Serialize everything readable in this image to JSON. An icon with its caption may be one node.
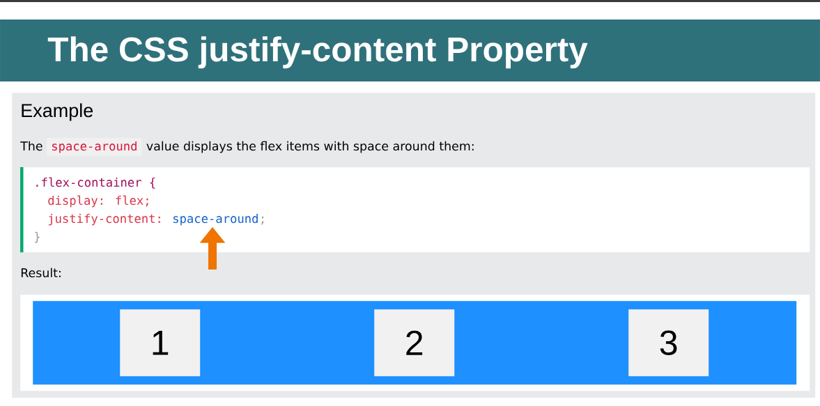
{
  "diagram": {
    "title": "The CSS justify-content Property",
    "nodes": [
      {
        "text": [
          "Example",
          "The",
          "value displays the flex items with space around them:",
          "Result:"
        ]
      },
      {
        "text": [
          "space-around"
        ],
        "in": 0
      },
      {
        "text": [
          ".flex-container {",
          "display: flex;",
          "justify-content:",
          ";",
          "}"
        ],
        "in": 0
      },
      {
        "text": [
          "space-around"
        ],
        "in": 2
      },
      {
        "text": [],
        "shape": "box",
        "in": 0
      },
      {
        "text": [],
        "shape": "box",
        "in": 4
      },
      {
        "text": [
          "1"
        ],
        "in": 5
      },
      {
        "text": [
          "2"
        ],
        "in": 5
      },
      {
        "text": [
          "3"
        ],
        "in": 5
      }
    ],
    "edges": [
      {
        "from": null,
        "to": 3,
        "arrow": "to",
        "color": "#ef7400"
      }
    ]
  }
}
